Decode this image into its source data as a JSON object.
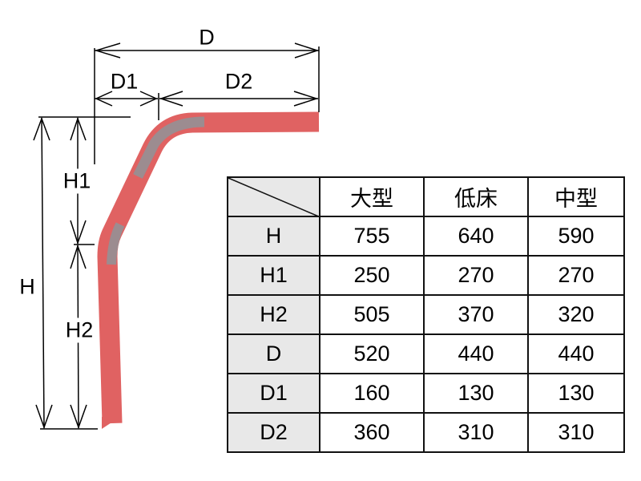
{
  "diagram": {
    "labels": {
      "D": "D",
      "D1": "D1",
      "D2": "D2",
      "H": "H",
      "H1": "H1",
      "H2": "H2"
    },
    "blade_color": "#e06262",
    "wear_color": "#8f9499"
  },
  "table": {
    "columns": [
      "大型",
      "低床",
      "中型"
    ],
    "rows": [
      {
        "label": "H",
        "values": [
          "755",
          "640",
          "590"
        ]
      },
      {
        "label": "H1",
        "values": [
          "250",
          "270",
          "270"
        ]
      },
      {
        "label": "H2",
        "values": [
          "505",
          "370",
          "320"
        ]
      },
      {
        "label": "D",
        "values": [
          "520",
          "440",
          "440"
        ]
      },
      {
        "label": "D1",
        "values": [
          "160",
          "130",
          "130"
        ]
      },
      {
        "label": "D2",
        "values": [
          "360",
          "310",
          "310"
        ]
      }
    ]
  }
}
